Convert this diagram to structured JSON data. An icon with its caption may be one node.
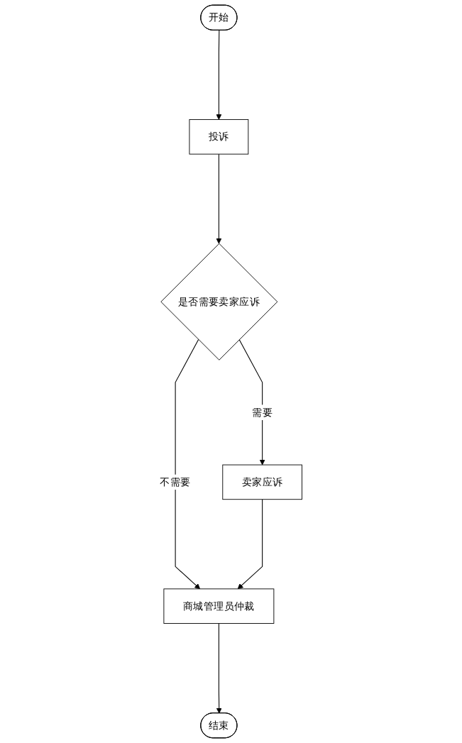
{
  "diagram": {
    "nodes": [
      {
        "text": [
          "开始"
        ]
      },
      {
        "text": [
          "投诉"
        ]
      },
      {
        "text": [
          "是否需要卖家应诉"
        ]
      },
      {
        "text": [
          "卖家应诉"
        ]
      },
      {
        "text": [
          "商城管理员仲裁"
        ]
      },
      {
        "text": [
          "结束"
        ]
      }
    ],
    "edges": [
      {
        "from": 0,
        "to": 1,
        "arrow": "to"
      },
      {
        "from": 1,
        "to": 2,
        "arrow": "to"
      },
      {
        "from": 2,
        "to": 3,
        "label": "需要",
        "arrow": "to"
      },
      {
        "from": 2,
        "to": 4,
        "label": "不需要",
        "arrow": "to"
      },
      {
        "from": 3,
        "to": 4,
        "arrow": "to"
      },
      {
        "from": 4,
        "to": 5,
        "arrow": "to"
      }
    ]
  }
}
